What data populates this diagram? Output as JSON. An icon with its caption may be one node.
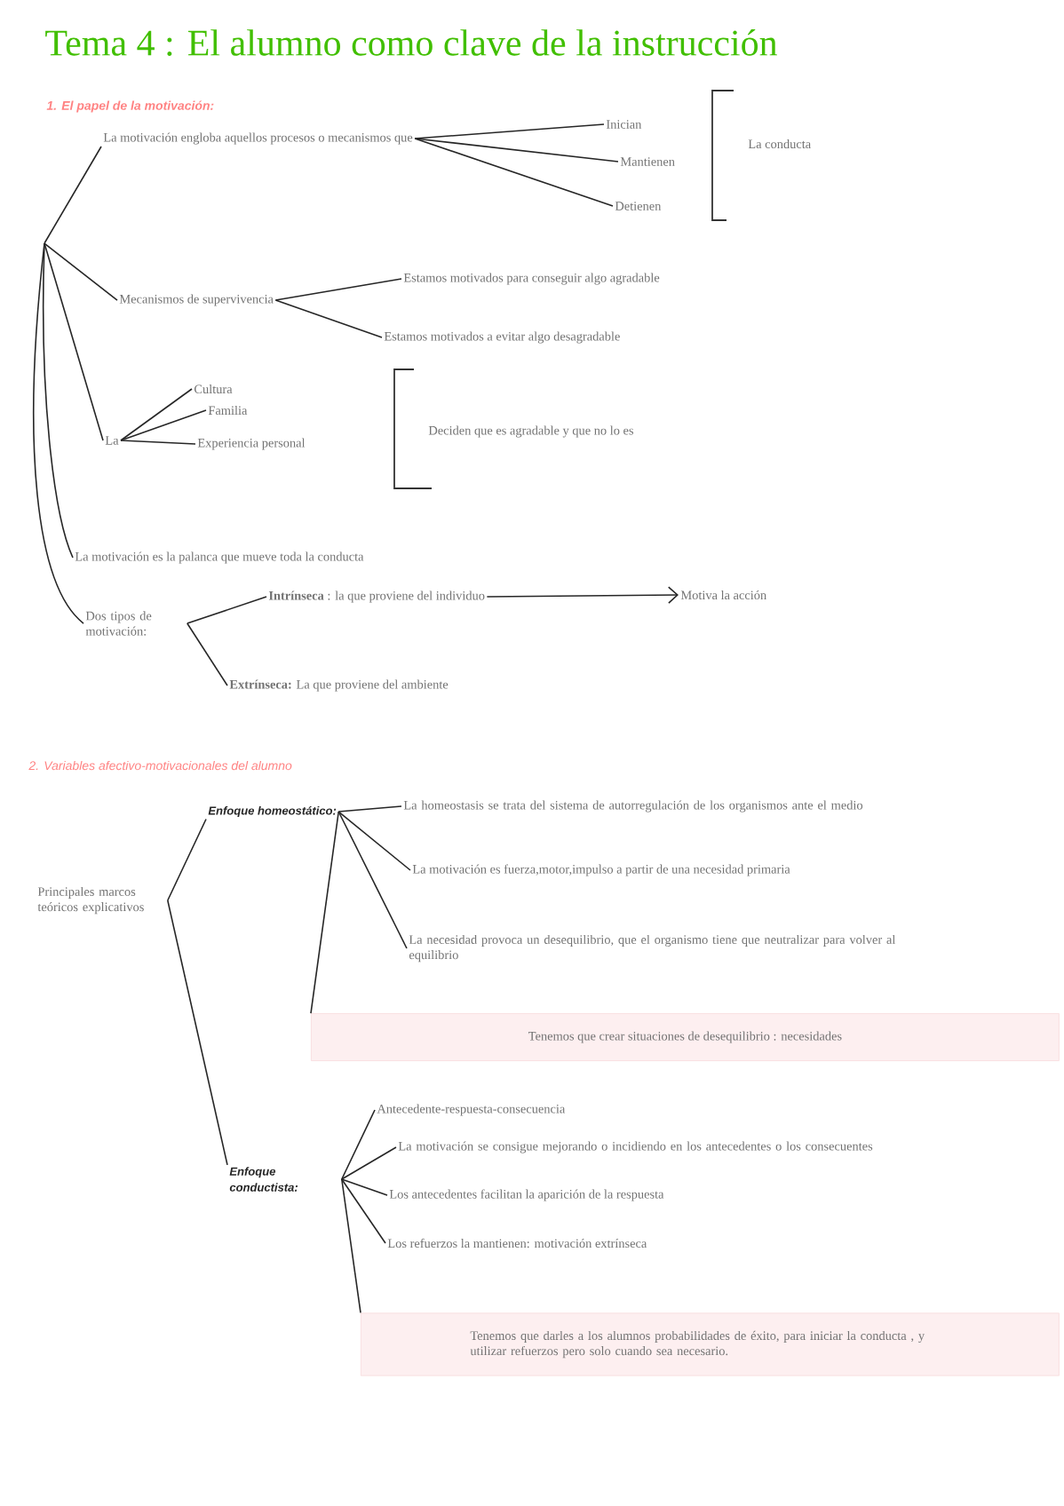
{
  "diagram": {
    "title": "Tema 4 : El alumno como clave de la instrucción",
    "nodes": [
      {
        "text": [
          "La motivación engloba aquellos procesos o mecanismos que"
        ]
      },
      {
        "text": [
          "Inician"
        ]
      },
      {
        "text": [
          "Mantienen"
        ]
      },
      {
        "text": [
          "Detienen"
        ]
      },
      {
        "text": [
          "La conducta"
        ]
      },
      {
        "text": [
          "Mecanismos de supervivencia"
        ]
      },
      {
        "text": [
          "Estamos motivados para conseguir algo agradable"
        ]
      },
      {
        "text": [
          "Estamos motivados a evitar algo desagradable"
        ]
      },
      {
        "text": [
          "La"
        ]
      },
      {
        "text": [
          "Cultura"
        ]
      },
      {
        "text": [
          "Familia"
        ]
      },
      {
        "text": [
          "Experiencia personal"
        ]
      },
      {
        "text": [
          "Deciden que es agradable y que no lo es"
        ]
      },
      {
        "text": [
          "La motivación es la palanca que mueve toda la conducta"
        ]
      },
      {
        "text": [
          "Dos tipos de motivación:"
        ]
      },
      {
        "text": [
          "**Intrínseca** : la que proviene del individuo"
        ]
      },
      {
        "text": [
          "Motiva la acción"
        ]
      },
      {
        "text": [
          "**Extrínseca:** La que proviene del ambiente"
        ]
      },
      {
        "text": [
          "Principales marcos teóricos explicativos"
        ]
      },
      {
        "text": [
          "Enfoque homeostático:"
        ]
      },
      {
        "text": [
          "La homeostasis se trata del sistema de autorregulación de los organismos ante el medio"
        ]
      },
      {
        "text": [
          "La motivación es fuerza,motor,impulso a partir de una necesidad primaria"
        ]
      },
      {
        "text": [
          "La necesidad provoca un desequilibrio, que el organismo tiene que neutralizar para volver al equilibrio"
        ]
      },
      {
        "text": [
          "Tenemos que crear situaciones de desequilibrio : necesidades"
        ]
      },
      {
        "text": [
          "Enfoque conductista:"
        ]
      },
      {
        "text": [
          "Antecedente-respuesta-consecuencia"
        ]
      },
      {
        "text": [
          "La motivación se consigue mejorando o incidiendo en los antecedentes o los consecuentes"
        ]
      },
      {
        "text": [
          "Los antecedentes facilitan la aparición de la respuesta"
        ]
      },
      {
        "text": [
          "Los refuerzos la mantienen: motivación extrínseca"
        ]
      },
      {
        "text": [
          "Tenemos que darles a los alumnos probabilidades de éxito, para iniciar la conducta , y utilizar refuerzos pero solo cuando sea necesario."
        ]
      }
    ],
    "edges": [
      {
        "from": null,
        "to": 0,
        "arrow": "none"
      },
      {
        "from": null,
        "to": 5,
        "arrow": "none"
      },
      {
        "from": null,
        "to": 8,
        "arrow": "none"
      },
      {
        "from": null,
        "to": 13,
        "arrow": "none"
      },
      {
        "from": null,
        "to": 14,
        "arrow": "none"
      },
      {
        "from": 0,
        "to": 1,
        "arrow": "none"
      },
      {
        "from": 0,
        "to": 2,
        "arrow": "none"
      },
      {
        "from": 0,
        "to": 3,
        "arrow": "none"
      },
      {
        "from": 5,
        "to": 6,
        "arrow": "none"
      },
      {
        "from": 5,
        "to": 7,
        "arrow": "none"
      },
      {
        "from": 8,
        "to": 9,
        "arrow": "none"
      },
      {
        "from": 8,
        "to": 10,
        "arrow": "none"
      },
      {
        "from": 8,
        "to": 11,
        "arrow": "none"
      },
      {
        "from": 14,
        "to": 15,
        "arrow": "none"
      },
      {
        "from": 14,
        "to": 17,
        "arrow": "none"
      },
      {
        "from": 15,
        "to": 16,
        "arrow": "to"
      },
      {
        "from": 18,
        "to": 19,
        "arrow": "none"
      },
      {
        "from": 18,
        "to": 24,
        "arrow": "none"
      },
      {
        "from": 19,
        "to": 20,
        "arrow": "none"
      },
      {
        "from": 19,
        "to": 21,
        "arrow": "none"
      },
      {
        "from": 19,
        "to": 22,
        "arrow": "none"
      },
      {
        "from": 19,
        "to": 23,
        "arrow": "none"
      },
      {
        "from": 24,
        "to": 25,
        "arrow": "none"
      },
      {
        "from": 24,
        "to": 26,
        "arrow": "none"
      },
      {
        "from": 24,
        "to": 27,
        "arrow": "none"
      },
      {
        "from": 24,
        "to": 28,
        "arrow": "none"
      },
      {
        "from": 24,
        "to": 29,
        "arrow": "none"
      }
    ],
    "labels": [
      "1. El papel de la motivación:",
      "2. Variables afectivo-motivacionales del alumno"
    ]
  }
}
